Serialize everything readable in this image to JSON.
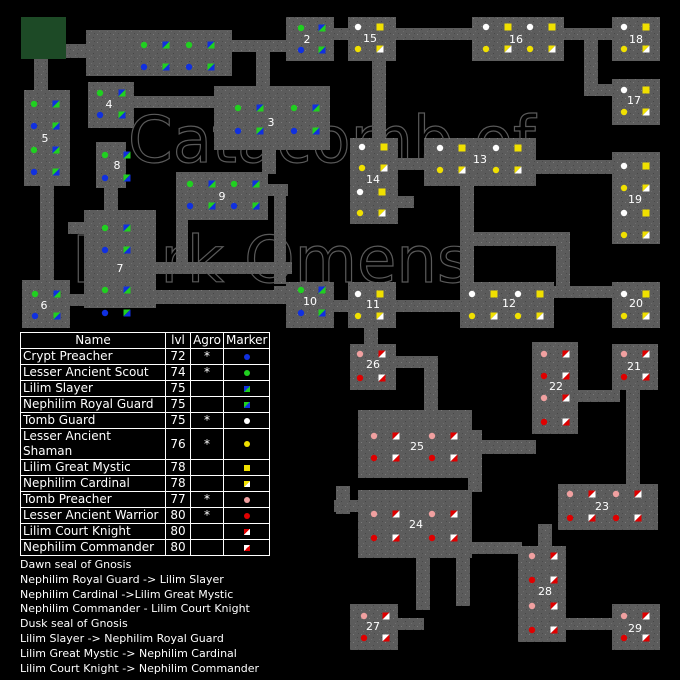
{
  "watermark": [
    "Catacomb of",
    "Dark Omens"
  ],
  "colors": {
    "floor": "#5e5e5e",
    "entrance": "#1d4a26",
    "background": "#000000"
  },
  "rooms": [
    {
      "id": "2",
      "label": "2"
    },
    {
      "id": "3",
      "label": "3"
    },
    {
      "id": "4",
      "label": "4"
    },
    {
      "id": "5",
      "label": "5"
    },
    {
      "id": "6",
      "label": "6"
    },
    {
      "id": "7",
      "label": "7"
    },
    {
      "id": "8",
      "label": "8"
    },
    {
      "id": "9",
      "label": "9"
    },
    {
      "id": "10",
      "label": "10"
    },
    {
      "id": "11",
      "label": "11"
    },
    {
      "id": "12",
      "label": "12"
    },
    {
      "id": "13",
      "label": "13"
    },
    {
      "id": "14",
      "label": "14"
    },
    {
      "id": "15",
      "label": "15"
    },
    {
      "id": "16",
      "label": "16"
    },
    {
      "id": "17",
      "label": "17"
    },
    {
      "id": "18",
      "label": "18"
    },
    {
      "id": "19",
      "label": "19"
    },
    {
      "id": "20",
      "label": "20"
    },
    {
      "id": "21",
      "label": "21"
    },
    {
      "id": "22",
      "label": "22"
    },
    {
      "id": "23",
      "label": "23"
    },
    {
      "id": "24",
      "label": "24"
    },
    {
      "id": "25",
      "label": "25"
    },
    {
      "id": "26",
      "label": "26"
    },
    {
      "id": "27",
      "label": "27"
    },
    {
      "id": "28",
      "label": "28"
    },
    {
      "id": "29",
      "label": "29"
    }
  ],
  "legend": {
    "headers": {
      "name": "Name",
      "lvl": "lvl",
      "agro": "Agro",
      "marker": "Marker"
    },
    "rows": [
      {
        "name": "Crypt Preacher",
        "lvl": "72",
        "agro": "*",
        "marker": "blue-dot"
      },
      {
        "name": "Lesser Ancient Scout",
        "lvl": "74",
        "agro": "*",
        "marker": "green-dot"
      },
      {
        "name": "Lilim Slayer",
        "lvl": "75",
        "agro": "",
        "marker": "blue-green-square"
      },
      {
        "name": "Nephilim Royal Guard",
        "lvl": "75",
        "agro": "",
        "marker": "green-blue-square"
      },
      {
        "name": "Tomb Guard",
        "lvl": "75",
        "agro": "*",
        "marker": "white-dot"
      },
      {
        "name": "Lesser Ancient Shaman",
        "lvl": "76",
        "agro": "*",
        "marker": "yellow-dot"
      },
      {
        "name": "Lilim Great Mystic",
        "lvl": "78",
        "agro": "",
        "marker": "yellow-square"
      },
      {
        "name": "Nephilim Cardinal",
        "lvl": "78",
        "agro": "",
        "marker": "yellow-white-square"
      },
      {
        "name": "Tomb Preacher",
        "lvl": "77",
        "agro": "*",
        "marker": "pink-dot"
      },
      {
        "name": "Lesser Ancient Warrior",
        "lvl": "80",
        "agro": "*",
        "marker": "red-dot"
      },
      {
        "name": "Lilim Court Knight",
        "lvl": "80",
        "agro": "",
        "marker": "red-white-square"
      },
      {
        "name": "Nephilim Commander",
        "lvl": "80",
        "agro": "",
        "marker": "white-red-square"
      }
    ]
  },
  "markers": {
    "blue-dot": {
      "shape": "circle",
      "c1": "#1030e0"
    },
    "green-dot": {
      "shape": "circle",
      "c1": "#20d020"
    },
    "blue-green-square": {
      "shape": "split",
      "c1": "#1030e0",
      "c2": "#20d020"
    },
    "green-blue-square": {
      "shape": "split",
      "c1": "#20d020",
      "c2": "#1030e0"
    },
    "white-dot": {
      "shape": "circle",
      "c1": "#ffffff"
    },
    "yellow-dot": {
      "shape": "circle",
      "c1": "#f0e000"
    },
    "yellow-square": {
      "shape": "square",
      "c1": "#f0e000"
    },
    "yellow-white-square": {
      "shape": "split",
      "c1": "#f0e000",
      "c2": "#ffffff"
    },
    "pink-dot": {
      "shape": "circle",
      "c1": "#f0a0a0"
    },
    "red-dot": {
      "shape": "circle",
      "c1": "#e00000"
    },
    "red-white-square": {
      "shape": "split",
      "c1": "#e00000",
      "c2": "#ffffff"
    },
    "white-red-square": {
      "shape": "split",
      "c1": "#ffffff",
      "c2": "#e00000"
    }
  },
  "notes": {
    "dawn_title": "Dawn seal of Gnosis",
    "dawn": [
      "Nephilim Royal Guard -> Lilim Slayer",
      "Nephilim Cardinal ->Lilim Great Mystic",
      "Nephilim Commander - Lilim Court Knight"
    ],
    "dusk_title": "Dusk seal of Gnosis",
    "dusk": [
      "Lilim Slayer  -> Nephilim Royal Guard",
      "Lilim Great Mystic -> Nephilim Cardinal",
      "Lilim Court Knight -> Nephilim Commander"
    ]
  }
}
